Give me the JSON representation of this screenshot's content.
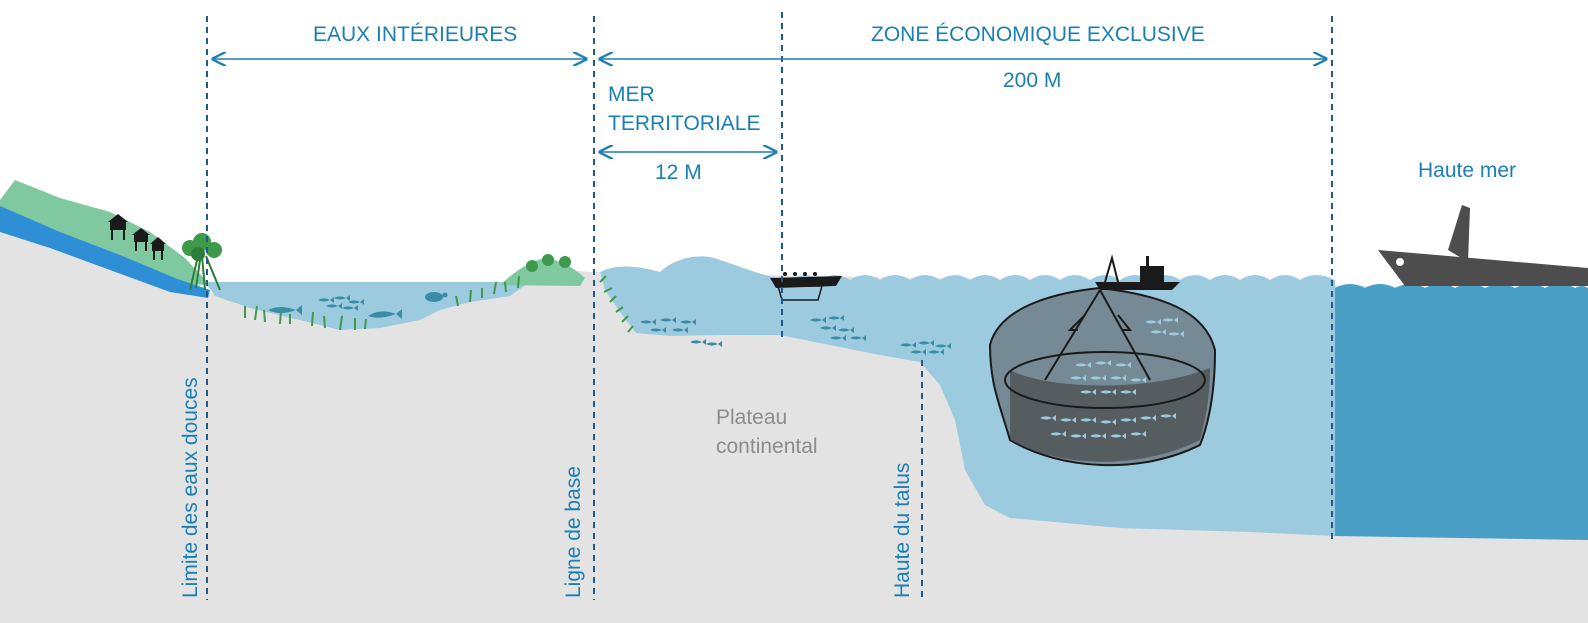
{
  "labels": {
    "eaux_interieures": "EAUX INTÉRIEURES",
    "zone_economique": "ZONE ÉCONOMIQUE EXCLUSIVE",
    "distance_200": "200 M",
    "mer_territoriale_line1": "MER",
    "mer_territoriale_line2": "TERRITORIALE",
    "distance_12": "12 M",
    "haute_mer": "Haute mer",
    "plateau_line1": "Plateau",
    "plateau_line2": "continental",
    "limite_eaux_douces": "Limite des eaux douces",
    "ligne_de_base": "Ligne de base",
    "haute_du_talus": "Haute du talus"
  },
  "colors": {
    "label_blue": "#1b7fb4",
    "shallow_sea": "#9ccbe0",
    "deep_sea": "#4a9fc6",
    "seabed": "#e3e3e3",
    "land_green": "#7fc8a0",
    "river_blue": "#2f8fd6",
    "fish": "#3a8da5",
    "seaweed": "#3e9a4a",
    "ship": "#4d4d4d",
    "dark": "#1a1a1a",
    "grey_text": "#8c8c8c"
  },
  "icons": [
    "stilt-house-icon",
    "mangrove-icon",
    "fishing-boat-icon",
    "trawler-icon",
    "cargo-ship-icon",
    "fish-school-icon",
    "seaweed-icon",
    "purse-seine-net-icon",
    "shark-icon",
    "turtle-icon"
  ]
}
